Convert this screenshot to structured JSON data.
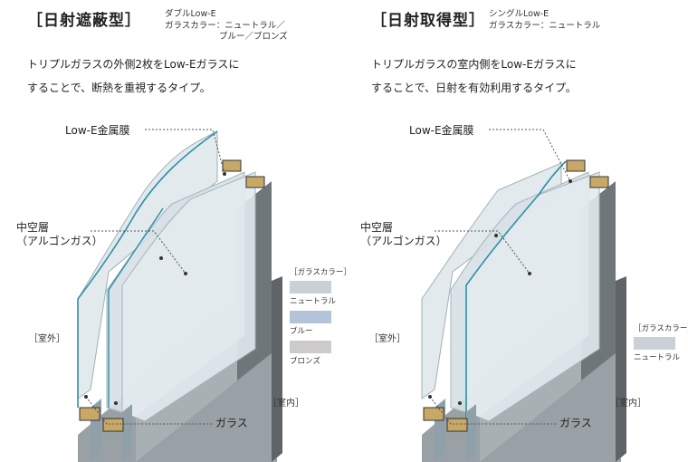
{
  "left": {
    "heading": "［日射遮蔽型］",
    "glass_note": [
      "ダブルLow-E",
      "ガラスカラー：ニュートラル／",
      "ブルー／ブロンズ"
    ],
    "description": [
      "トリプルガラスの外側2枚をLow-Eガラスに",
      "することで、断熱を重視するタイプ。"
    ],
    "label_lowe": "Low-E金属膜",
    "label_hollow": [
      "中空層",
      "（アルゴンガス）"
    ],
    "label_outdoor": "［室外］",
    "label_indoor": "［室内］",
    "label_glass": "ガラス",
    "legend_title": "［ガラスカラー］",
    "legend_items": [
      {
        "name": "ニュートラル",
        "color": "#c9d1d6"
      },
      {
        "name": "ブルー",
        "color": "#b3c3d8"
      },
      {
        "name": "ブロンズ",
        "color": "#cccaca"
      }
    ]
  },
  "right": {
    "heading": "［日射取得型］",
    "glass_note": [
      "シングルLow-E",
      "ガラスカラー：ニュートラル"
    ],
    "description": [
      "トリプルガラスの室内側をLow-Eガラスに",
      "することで、日射を有効利用するタイプ。"
    ],
    "label_lowe": "Low-E金属膜",
    "label_hollow": [
      "中空層",
      "（アルゴンガス）"
    ],
    "label_outdoor": "［室外］",
    "label_indoor": "［室内］",
    "label_glass": "ガラス",
    "legend_title": "［ガラスカラー］",
    "legend_items": [
      {
        "name": "ニュートラル",
        "color": "#c9d1d6"
      }
    ]
  },
  "colors": {
    "frame_dark": "#5e6468",
    "frame_mid": "#8b9297",
    "frame_light": "#b8bec2",
    "glass": "#dbe4e8",
    "lowe_line": "#2f8fa6",
    "spacer_gold": "#c8a866"
  }
}
